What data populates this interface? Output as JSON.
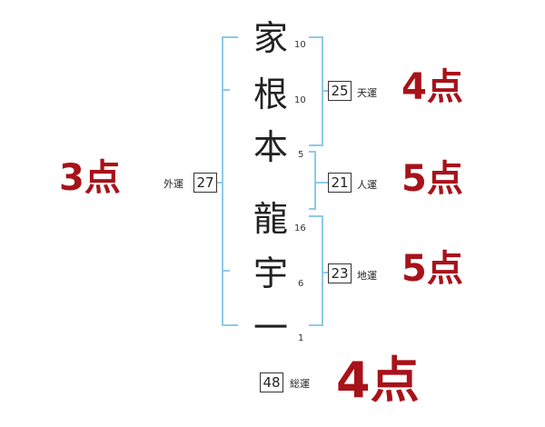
{
  "name_chars": [
    {
      "char": "家",
      "strokes": "10"
    },
    {
      "char": "根",
      "strokes": "10"
    },
    {
      "char": "本",
      "strokes": "5"
    },
    {
      "char": "龍",
      "strokes": "16"
    },
    {
      "char": "宇",
      "strokes": "6"
    },
    {
      "char": "一",
      "strokes": "1"
    }
  ],
  "fortunes": {
    "tenun": {
      "value": "25",
      "label": "天運",
      "score": "4点"
    },
    "jinun": {
      "value": "21",
      "label": "人運",
      "score": "5点"
    },
    "chiun": {
      "value": "23",
      "label": "地運",
      "score": "5点"
    },
    "gaiun": {
      "value": "27",
      "label": "外運",
      "score": "3点"
    },
    "souun": {
      "value": "48",
      "label": "総運",
      "score": "4点"
    }
  },
  "colors": {
    "bracket": "#8ccbe8",
    "score": "#a8121a"
  }
}
